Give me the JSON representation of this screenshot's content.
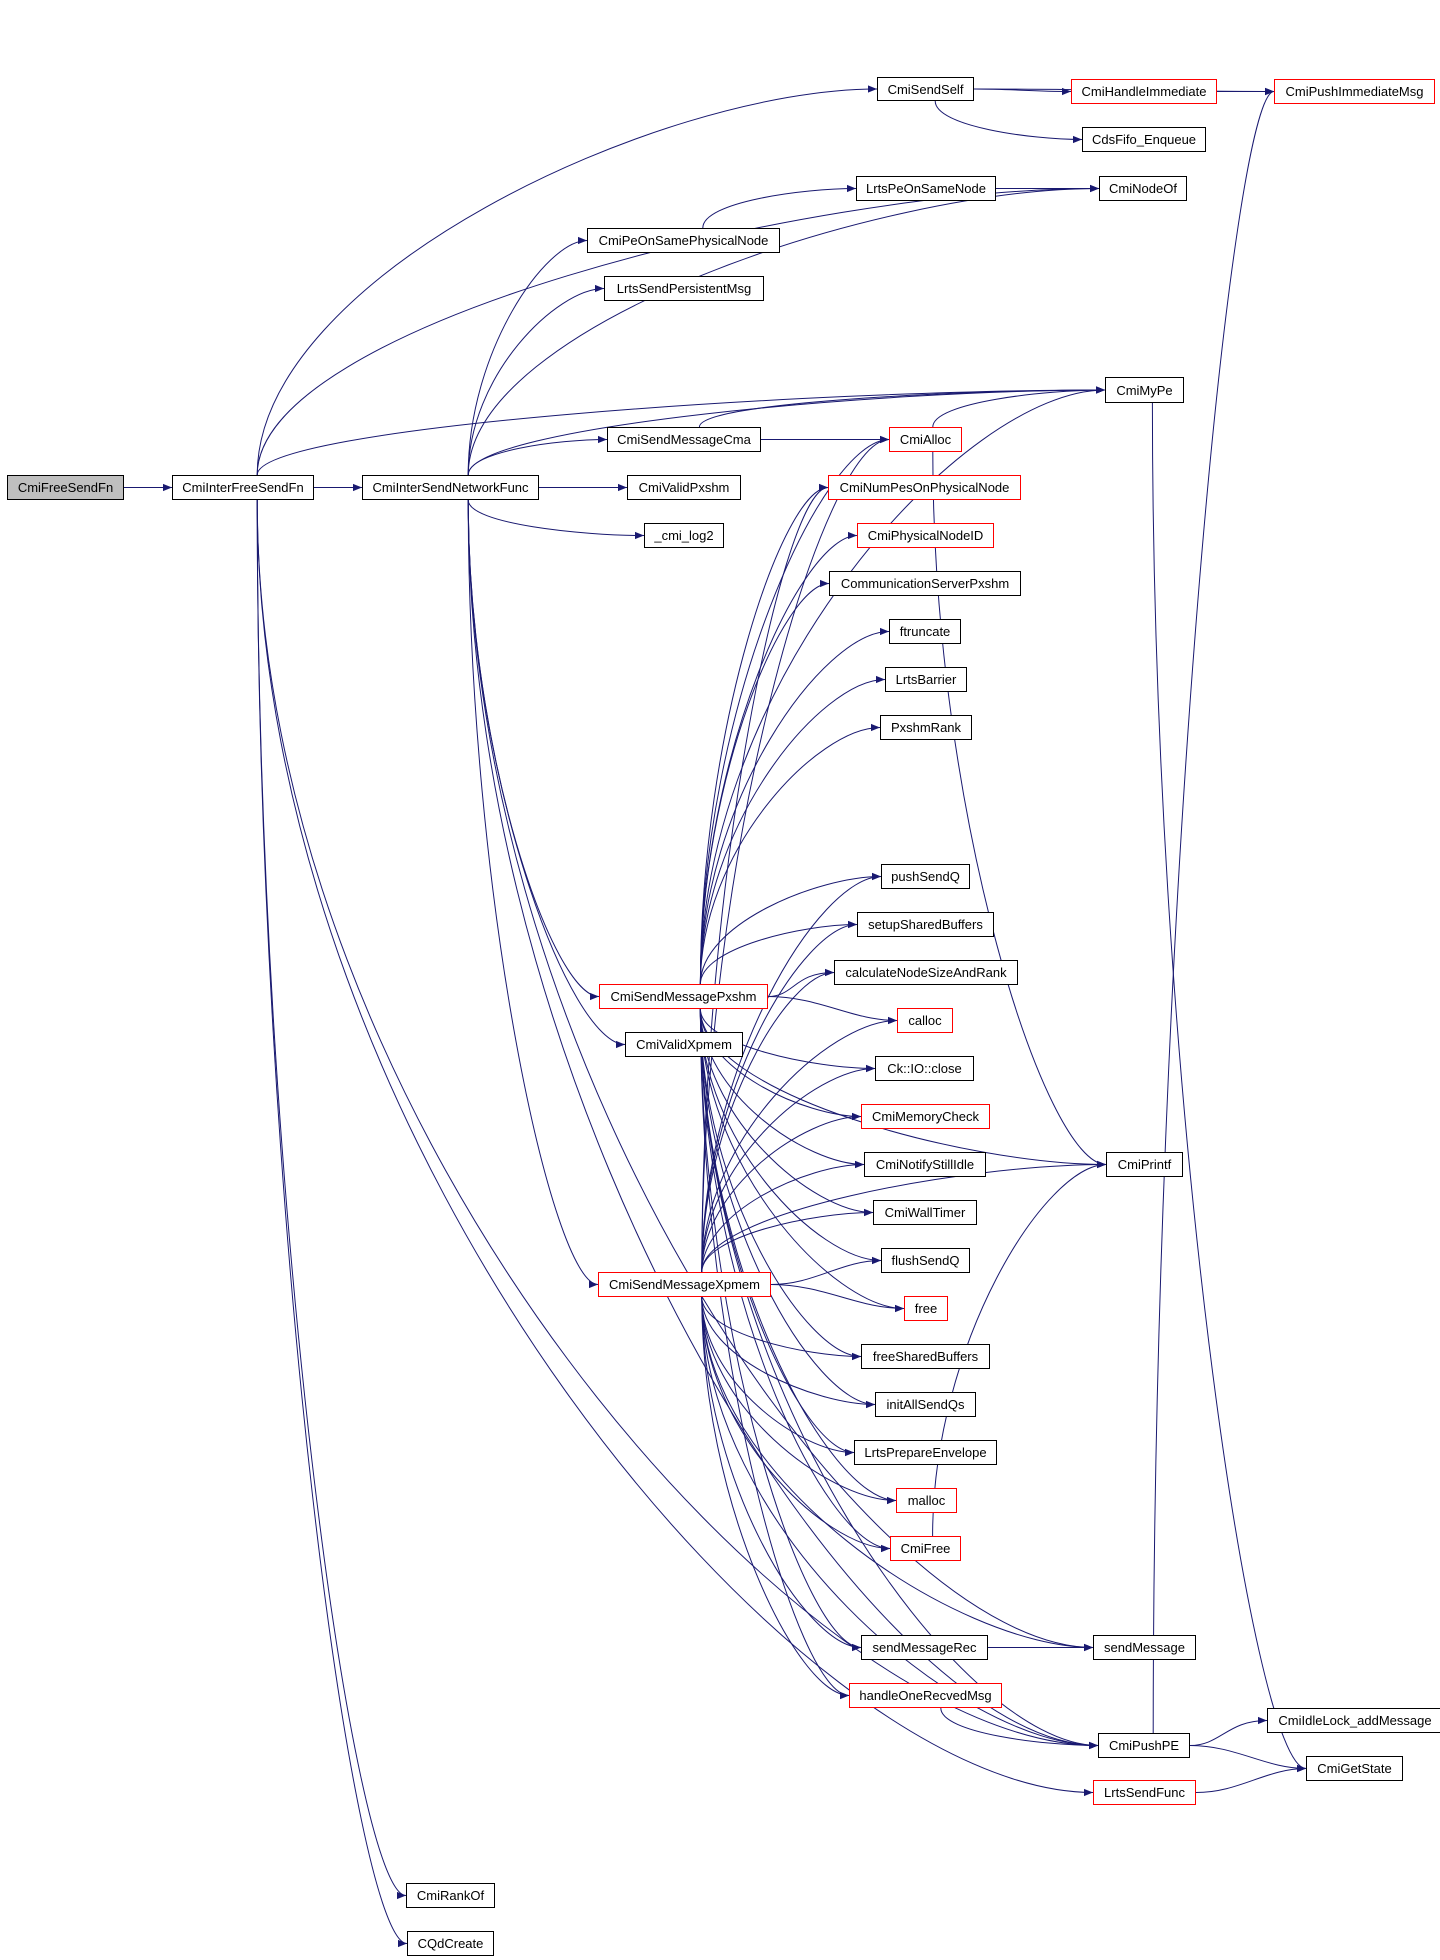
{
  "diagram": {
    "type": "call-graph",
    "root": "CmiFreeSendFn",
    "colors": {
      "edge": "#191970",
      "node_border": "#000000",
      "truncated_border": "#ff0000",
      "root_fill": "#bfbfbf"
    },
    "nodes": [
      {
        "id": "CmiFreeSendFn",
        "label": "CmiFreeSendFn",
        "style": "root"
      },
      {
        "id": "CmiInterFreeSendFn",
        "label": "CmiInterFreeSendFn",
        "style": "normal"
      },
      {
        "id": "CmiInterSendNetworkFunc",
        "label": "CmiInterSendNetworkFunc",
        "style": "normal"
      },
      {
        "id": "CmiSendSelf",
        "label": "CmiSendSelf",
        "style": "normal"
      },
      {
        "id": "CmiHandleImmediate",
        "label": "CmiHandleImmediate",
        "style": "truncated"
      },
      {
        "id": "CmiPushImmediateMsg",
        "label": "CmiPushImmediateMsg",
        "style": "truncated"
      },
      {
        "id": "CdsFifo_Enqueue",
        "label": "CdsFifo_Enqueue",
        "style": "normal"
      },
      {
        "id": "LrtsPeOnSameNode",
        "label": "LrtsPeOnSameNode",
        "style": "normal"
      },
      {
        "id": "CmiNodeOf",
        "label": "CmiNodeOf",
        "style": "normal"
      },
      {
        "id": "CmiPeOnSamePhysicalNode",
        "label": "CmiPeOnSamePhysicalNode",
        "style": "normal"
      },
      {
        "id": "LrtsSendPersistentMsg",
        "label": "LrtsSendPersistentMsg",
        "style": "normal"
      },
      {
        "id": "CmiMyPe",
        "label": "CmiMyPe",
        "style": "normal"
      },
      {
        "id": "CmiSendMessageCma",
        "label": "CmiSendMessageCma",
        "style": "normal"
      },
      {
        "id": "CmiAlloc",
        "label": "CmiAlloc",
        "style": "truncated"
      },
      {
        "id": "CmiValidPxshm",
        "label": "CmiValidPxshm",
        "style": "normal"
      },
      {
        "id": "CmiNumPesOnPhysicalNode",
        "label": "CmiNumPesOnPhysicalNode",
        "style": "truncated"
      },
      {
        "id": "_cmi_log2",
        "label": "_cmi_log2",
        "style": "normal"
      },
      {
        "id": "CmiPhysicalNodeID",
        "label": "CmiPhysicalNodeID",
        "style": "truncated"
      },
      {
        "id": "CommunicationServerPxshm",
        "label": "CommunicationServerPxshm",
        "style": "normal"
      },
      {
        "id": "ftruncate",
        "label": "ftruncate",
        "style": "normal"
      },
      {
        "id": "LrtsBarrier",
        "label": "LrtsBarrier",
        "style": "normal"
      },
      {
        "id": "PxshmRank",
        "label": "PxshmRank",
        "style": "normal"
      },
      {
        "id": "pushSendQ",
        "label": "pushSendQ",
        "style": "normal"
      },
      {
        "id": "setupSharedBuffers",
        "label": "setupSharedBuffers",
        "style": "normal"
      },
      {
        "id": "calculateNodeSizeAndRank",
        "label": "calculateNodeSizeAndRank",
        "style": "normal"
      },
      {
        "id": "CmiSendMessagePxshm",
        "label": "CmiSendMessagePxshm",
        "style": "truncated"
      },
      {
        "id": "calloc",
        "label": "calloc",
        "style": "truncated"
      },
      {
        "id": "CmiValidXpmem",
        "label": "CmiValidXpmem",
        "style": "normal"
      },
      {
        "id": "Ck::IO::close",
        "label": "Ck::IO::close",
        "style": "normal"
      },
      {
        "id": "CmiMemoryCheck",
        "label": "CmiMemoryCheck",
        "style": "truncated"
      },
      {
        "id": "CmiNotifyStillIdle",
        "label": "CmiNotifyStillIdle",
        "style": "normal"
      },
      {
        "id": "CmiPrintf",
        "label": "CmiPrintf",
        "style": "normal"
      },
      {
        "id": "CmiWallTimer",
        "label": "CmiWallTimer",
        "style": "normal"
      },
      {
        "id": "flushSendQ",
        "label": "flushSendQ",
        "style": "normal"
      },
      {
        "id": "CmiSendMessageXpmem",
        "label": "CmiSendMessageXpmem",
        "style": "truncated"
      },
      {
        "id": "free",
        "label": "free",
        "style": "truncated"
      },
      {
        "id": "freeSharedBuffers",
        "label": "freeSharedBuffers",
        "style": "normal"
      },
      {
        "id": "initAllSendQs",
        "label": "initAllSendQs",
        "style": "normal"
      },
      {
        "id": "LrtsPrepareEnvelope",
        "label": "LrtsPrepareEnvelope",
        "style": "normal"
      },
      {
        "id": "malloc",
        "label": "malloc",
        "style": "truncated"
      },
      {
        "id": "CmiFree",
        "label": "CmiFree",
        "style": "truncated"
      },
      {
        "id": "sendMessageRec",
        "label": "sendMessageRec",
        "style": "normal"
      },
      {
        "id": "sendMessage",
        "label": "sendMessage",
        "style": "normal"
      },
      {
        "id": "handleOneRecvedMsg",
        "label": "handleOneRecvedMsg",
        "style": "truncated"
      },
      {
        "id": "CmiIdleLock_addMessage",
        "label": "CmiIdleLock_addMessage",
        "style": "normal"
      },
      {
        "id": "CmiPushPE",
        "label": "CmiPushPE",
        "style": "normal"
      },
      {
        "id": "CmiGetState",
        "label": "CmiGetState",
        "style": "normal"
      },
      {
        "id": "LrtsSendFunc",
        "label": "LrtsSendFunc",
        "style": "truncated"
      },
      {
        "id": "CmiRankOf",
        "label": "CmiRankOf",
        "style": "normal"
      },
      {
        "id": "CQdCreate",
        "label": "CQdCreate",
        "style": "normal"
      }
    ],
    "edges": [
      [
        "CmiFreeSendFn",
        "CmiInterFreeSendFn"
      ],
      [
        "CmiInterFreeSendFn",
        "CmiInterSendNetworkFunc"
      ],
      [
        "CmiInterFreeSendFn",
        "CmiSendSelf"
      ],
      [
        "CmiInterFreeSendFn",
        "CmiNodeOf"
      ],
      [
        "CmiInterFreeSendFn",
        "CmiMyPe"
      ],
      [
        "CmiInterFreeSendFn",
        "CmiPushPE"
      ],
      [
        "CmiInterFreeSendFn",
        "LrtsSendFunc"
      ],
      [
        "CmiInterFreeSendFn",
        "CmiRankOf"
      ],
      [
        "CmiInterFreeSendFn",
        "CQdCreate"
      ],
      [
        "CmiSendSelf",
        "CmiHandleImmediate"
      ],
      [
        "CmiSendSelf",
        "CmiPushImmediateMsg"
      ],
      [
        "CmiSendSelf",
        "CdsFifo_Enqueue"
      ],
      [
        "CmiHandleImmediate",
        "CmiPushImmediateMsg"
      ],
      [
        "LrtsPeOnSameNode",
        "CmiNodeOf"
      ],
      [
        "CmiPeOnSamePhysicalNode",
        "LrtsPeOnSameNode"
      ],
      [
        "CmiInterSendNetworkFunc",
        "CmiPeOnSamePhysicalNode"
      ],
      [
        "CmiInterSendNetworkFunc",
        "LrtsSendPersistentMsg"
      ],
      [
        "CmiInterSendNetworkFunc",
        "CmiNodeOf"
      ],
      [
        "CmiInterSendNetworkFunc",
        "CmiMyPe"
      ],
      [
        "CmiInterSendNetworkFunc",
        "CmiSendMessageCma"
      ],
      [
        "CmiInterSendNetworkFunc",
        "CmiValidPxshm"
      ],
      [
        "CmiInterSendNetworkFunc",
        "_cmi_log2"
      ],
      [
        "CmiInterSendNetworkFunc",
        "CmiSendMessagePxshm"
      ],
      [
        "CmiInterSendNetworkFunc",
        "CmiValidXpmem"
      ],
      [
        "CmiInterSendNetworkFunc",
        "CmiSendMessageXpmem"
      ],
      [
        "CmiInterSendNetworkFunc",
        "CmiPushPE"
      ],
      [
        "CmiInterSendNetworkFunc",
        "sendMessage"
      ],
      [
        "CmiSendMessageCma",
        "CmiAlloc"
      ],
      [
        "CmiSendMessageCma",
        "CmiMyPe"
      ],
      [
        "CmiAlloc",
        "CmiMyPe"
      ],
      [
        "CmiAlloc",
        "CmiPrintf"
      ],
      [
        "CmiMyPe",
        "CmiGetState"
      ],
      [
        "CmiPushPE",
        "CmiPushImmediateMsg"
      ],
      [
        "CmiPushPE",
        "CmiIdleLock_addMessage"
      ],
      [
        "CmiPushPE",
        "CmiGetState"
      ],
      [
        "LrtsSendFunc",
        "CmiGetState"
      ],
      [
        "sendMessageRec",
        "sendMessage"
      ],
      [
        "handleOneRecvedMsg",
        "CmiPushPE"
      ],
      [
        "CmiFree",
        "CmiPrintf"
      ],
      [
        "CmiSendMessagePxshm",
        "CmiAlloc"
      ],
      [
        "CmiSendMessagePxshm",
        "CmiNumPesOnPhysicalNode"
      ],
      [
        "CmiSendMessagePxshm",
        "CmiPhysicalNodeID"
      ],
      [
        "CmiSendMessagePxshm",
        "CommunicationServerPxshm"
      ],
      [
        "CmiSendMessagePxshm",
        "ftruncate"
      ],
      [
        "CmiSendMessagePxshm",
        "LrtsBarrier"
      ],
      [
        "CmiSendMessagePxshm",
        "PxshmRank"
      ],
      [
        "CmiSendMessagePxshm",
        "pushSendQ"
      ],
      [
        "CmiSendMessagePxshm",
        "setupSharedBuffers"
      ],
      [
        "CmiSendMessagePxshm",
        "calculateNodeSizeAndRank"
      ],
      [
        "CmiSendMessagePxshm",
        "calloc"
      ],
      [
        "CmiSendMessagePxshm",
        "Ck::IO::close"
      ],
      [
        "CmiSendMessagePxshm",
        "CmiMemoryCheck"
      ],
      [
        "CmiSendMessagePxshm",
        "CmiNotifyStillIdle"
      ],
      [
        "CmiSendMessagePxshm",
        "CmiWallTimer"
      ],
      [
        "CmiSendMessagePxshm",
        "flushSendQ"
      ],
      [
        "CmiSendMessagePxshm",
        "free"
      ],
      [
        "CmiSendMessagePxshm",
        "freeSharedBuffers"
      ],
      [
        "CmiSendMessagePxshm",
        "initAllSendQs"
      ],
      [
        "CmiSendMessagePxshm",
        "LrtsPrepareEnvelope"
      ],
      [
        "CmiSendMessagePxshm",
        "malloc"
      ],
      [
        "CmiSendMessagePxshm",
        "CmiFree"
      ],
      [
        "CmiSendMessagePxshm",
        "sendMessageRec"
      ],
      [
        "CmiSendMessagePxshm",
        "handleOneRecvedMsg"
      ],
      [
        "CmiSendMessagePxshm",
        "CmiPrintf"
      ],
      [
        "CmiSendMessagePxshm",
        "CmiMyPe"
      ],
      [
        "CmiSendMessagePxshm",
        "CmiPushPE"
      ],
      [
        "CmiSendMessageXpmem",
        "CmiAlloc"
      ],
      [
        "CmiSendMessageXpmem",
        "pushSendQ"
      ],
      [
        "CmiSendMessageXpmem",
        "setupSharedBuffers"
      ],
      [
        "CmiSendMessageXpmem",
        "calculateNodeSizeAndRank"
      ],
      [
        "CmiSendMessageXpmem",
        "calloc"
      ],
      [
        "CmiSendMessageXpmem",
        "Ck::IO::close"
      ],
      [
        "CmiSendMessageXpmem",
        "CmiMemoryCheck"
      ],
      [
        "CmiSendMessageXpmem",
        "CmiNotifyStillIdle"
      ],
      [
        "CmiSendMessageXpmem",
        "CmiWallTimer"
      ],
      [
        "CmiSendMessageXpmem",
        "flushSendQ"
      ],
      [
        "CmiSendMessageXpmem",
        "free"
      ],
      [
        "CmiSendMessageXpmem",
        "freeSharedBuffers"
      ],
      [
        "CmiSendMessageXpmem",
        "initAllSendQs"
      ],
      [
        "CmiSendMessageXpmem",
        "LrtsPrepareEnvelope"
      ],
      [
        "CmiSendMessageXpmem",
        "malloc"
      ],
      [
        "CmiSendMessageXpmem",
        "CmiFree"
      ],
      [
        "CmiSendMessageXpmem",
        "sendMessageRec"
      ],
      [
        "CmiSendMessageXpmem",
        "handleOneRecvedMsg"
      ],
      [
        "CmiSendMessageXpmem",
        "sendMessage"
      ],
      [
        "CmiSendMessageXpmem",
        "CmiPushPE"
      ],
      [
        "CmiSendMessageXpmem",
        "CmiPrintf"
      ],
      [
        "CmiSendMessageXpmem",
        "CmiNumPesOnPhysicalNode"
      ]
    ]
  }
}
